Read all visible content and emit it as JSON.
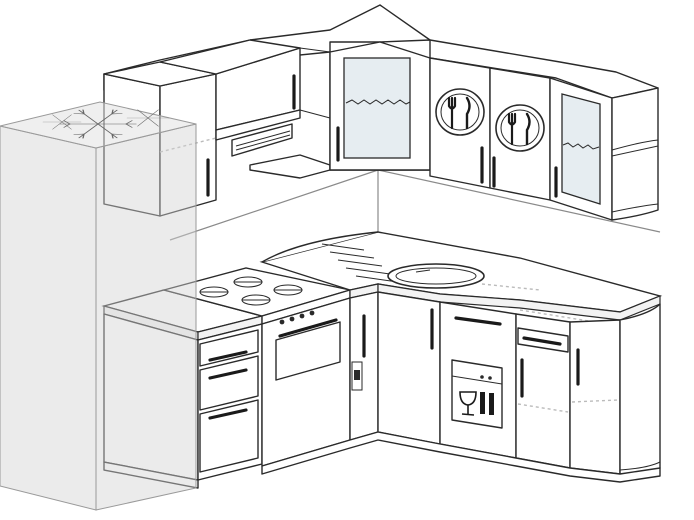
{
  "scene": {
    "kind": "corner kitchen line drawing",
    "colors": {
      "line": "#2a2a2a",
      "glass": "#e6edf1",
      "fridge": "#d2d2d2",
      "wall": "#8a8a8a"
    },
    "elements": {
      "fridge": {
        "icon": "snowflake-icon"
      },
      "wall_cabinets": {
        "count": 8,
        "glass_doors": 2,
        "plate_icons": 2,
        "icon": "fork-knife-plate-icon"
      },
      "hood": {
        "icon": "extractor-hood"
      },
      "stove": {
        "burners": 4,
        "knobs": 4
      },
      "base_drawers": 3,
      "sink": {
        "shape": "round",
        "drainboard_lines": 5
      },
      "dishwasher": {
        "icon": "wine-glass-icon"
      },
      "corner_base": {
        "open_shelves": 2
      }
    }
  }
}
